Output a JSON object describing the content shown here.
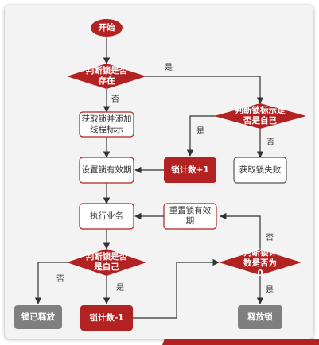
{
  "nodes": {
    "start": "开始",
    "check_lock_exists": "判断锁是否存在",
    "acquire_and_mark": "获取锁并添加线程标示",
    "check_owner": "判断锁标示是否是自己",
    "set_expiry_1": "设置锁有效期",
    "count_plus": "锁计数+1",
    "acquire_fail": "获取锁失败",
    "execute_business": "执行业务",
    "reset_expiry": "重置锁有效期",
    "check_owner_2": "判断锁是否是自己",
    "check_count_zero": "判断锁计数是否为0",
    "lock_released": "锁已释放",
    "count_minus": "锁计数-1",
    "release_lock": "释放锁"
  },
  "edges": {
    "yes": "是",
    "no": "否"
  },
  "colors": {
    "red": "#b22222",
    "panel": "#f3f3f3",
    "gray": "#7f7f7f",
    "arrow": "#333333"
  }
}
